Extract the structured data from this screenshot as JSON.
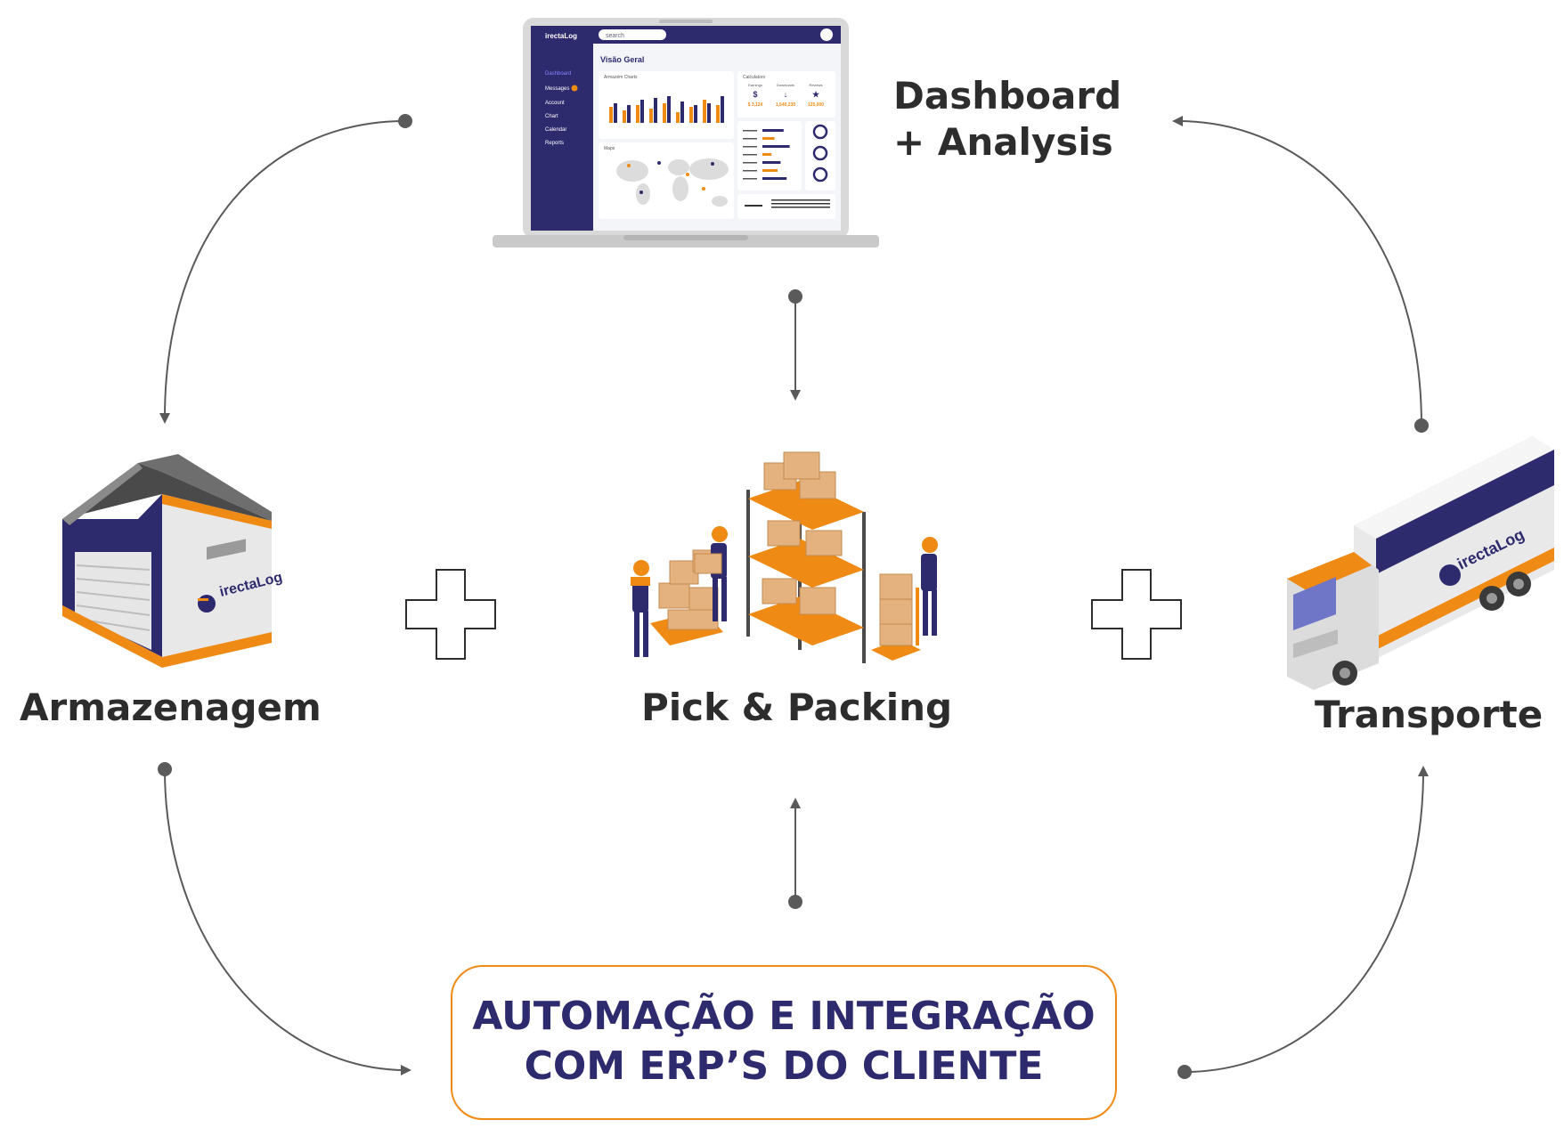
{
  "labels": {
    "armazenagem": "Armazenagem",
    "pick_packing": "Pick & Packing",
    "transporte": "Transporte",
    "dashboard_line1": "Dashboard",
    "dashboard_line2": "+ Analysis"
  },
  "automation": {
    "line1": "AUTOMAÇÃO E INTEGRAÇÃO",
    "line2": "COM ERP’S DO CLIENTE"
  },
  "brand": {
    "logo_text": "irectaLog"
  },
  "laptop_screen": {
    "search_placeholder": "search",
    "page_title": "Visão Geral",
    "menu": [
      "Dashboard",
      "Messages",
      "Account",
      "Chart",
      "Calendar",
      "Reports"
    ],
    "stats": [
      {
        "label": "Earnings",
        "value": "$ 3,124"
      },
      {
        "label": "Downloads",
        "value": "1,540,230"
      },
      {
        "label": "Reviews",
        "value": "125,000"
      }
    ],
    "panel_titles": {
      "chart": "Armazém Charts",
      "maps": "Maps",
      "calculators": "Calculators"
    }
  },
  "colors": {
    "navy": "#2d2a6e",
    "orange": "#ef8a14",
    "arrow_gray": "#5a5a5a"
  }
}
